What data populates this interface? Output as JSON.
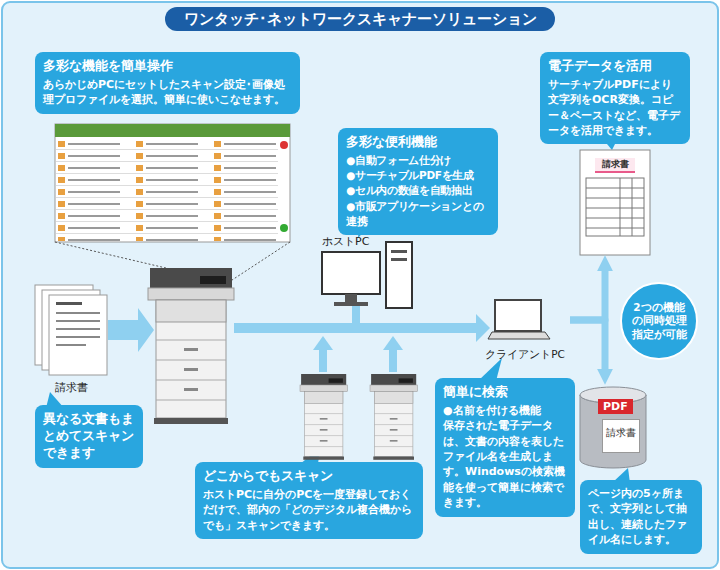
{
  "diagram": {
    "title": "ワンタッチ･ネットワークスキャナーソリューション",
    "nodes": [
      {
        "text": [
          "多彩な機能を簡単操作",
          "あらかじめPCにセットしたスキャン設定･画像処理プロファイルを選択。簡単に使いこなせます。"
        ]
      },
      {
        "text": [
          "電子データを活用",
          "サーチャブルPDFにより文字列をOCR変換。コピー＆ペーストなど、電子データを活用できます。"
        ]
      },
      {
        "text": [
          "多彩な便利機能",
          "●自動フォーム仕分け",
          "●サーチャブルPDFを生成",
          "●セル内の数値を自動抽出",
          "●市販アプリケーションとの連携"
        ]
      },
      {
        "text": [
          "ホストPC"
        ]
      },
      {
        "text": [
          "請求書"
        ]
      },
      {
        "text": [
          "請求書"
        ]
      },
      {
        "text": [
          "クライアントPC"
        ]
      },
      {
        "text": [
          "2つの機能の同時処理指定が可能"
        ]
      },
      {
        "text": [
          "PDF",
          "請求書"
        ]
      },
      {
        "text": [
          "異なる文書もまとめてスキャンできます"
        ]
      },
      {
        "text": [
          "簡単に検索",
          "●名前を付ける機能",
          "保存された電子データは、文書の内容を表したファイル名を生成します。Windowsの検索機能を使って簡単に検索できます。"
        ]
      },
      {
        "text": [
          "どこからでもスキャン",
          "ホストPCに自分のPCを一度登録しておくだけで、部内の「どのデジタル複合機からでも」スキャンできます。"
        ]
      },
      {
        "text": [
          "ページ内の5ヶ所まで、文字列として抽出し、連続したファイル名にします。"
        ]
      }
    ],
    "edges": [
      {
        "from": 6,
        "to": 4,
        "arrow": "to"
      },
      {
        "from": 6,
        "to": 8,
        "arrow": "to"
      }
    ]
  }
}
